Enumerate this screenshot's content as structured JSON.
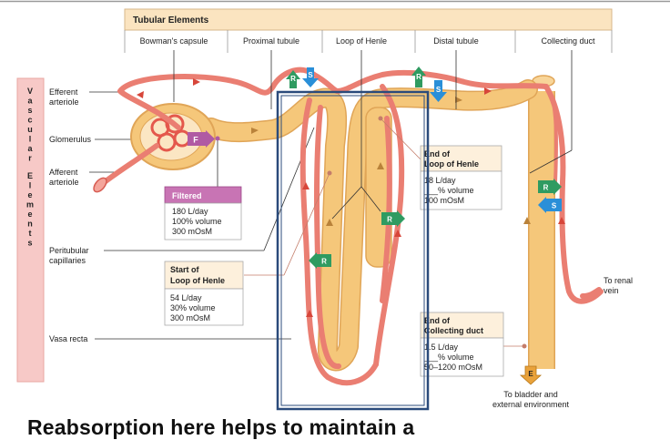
{
  "diagram": {
    "header": {
      "title": "Tubular Elements",
      "sections": [
        "Bowman's capsule",
        "Proximal tubule",
        "Loop of Henle",
        "Distal tubule",
        "Collecting duct"
      ]
    },
    "vascular_label": "Vascular Elements",
    "left_labels": [
      "Efferent",
      "arteriole",
      "Glomerulus",
      "Afferent",
      "arteriole",
      "Peritubular",
      "capillaries",
      "Vasa recta"
    ],
    "markers": {
      "F": "F",
      "R": "R",
      "S": "S",
      "E": "E"
    },
    "boxes": {
      "filtered": {
        "title": "Filtered",
        "lines": [
          "180 L/day",
          "100% volume",
          "300 mOsM"
        ]
      },
      "start_loop": {
        "title_lines": [
          "Start of",
          "Loop of Henle"
        ],
        "lines": [
          "54 L/day",
          "30% volume",
          "300 mOsM"
        ]
      },
      "end_loop": {
        "title_lines": [
          "End of",
          "Loop of Henle"
        ],
        "lines": [
          "18 L/day",
          "___% volume",
          "100 mOsM"
        ]
      },
      "end_duct": {
        "title_lines": [
          "End of",
          "Collecting duct"
        ],
        "lines": [
          "1.5 L/day",
          "___% volume",
          "50–1200 mOsM"
        ]
      }
    },
    "renal_vein": [
      "To renal",
      "vein"
    ],
    "bladder": [
      "To bladder and",
      "external environment"
    ]
  },
  "caption": "Reabsorption here helps to maintain a",
  "colors": {
    "tubule": "#f5c77a",
    "vessel": "#ea7e72",
    "vascular_band": "#f7c9c7",
    "header": "#fbe4c0",
    "filtered": "#c874b4",
    "box_fill": "#fdf0dc",
    "green": "#2f9b61",
    "blue": "#2a8fd8",
    "highlight": "#2b4b7b"
  }
}
